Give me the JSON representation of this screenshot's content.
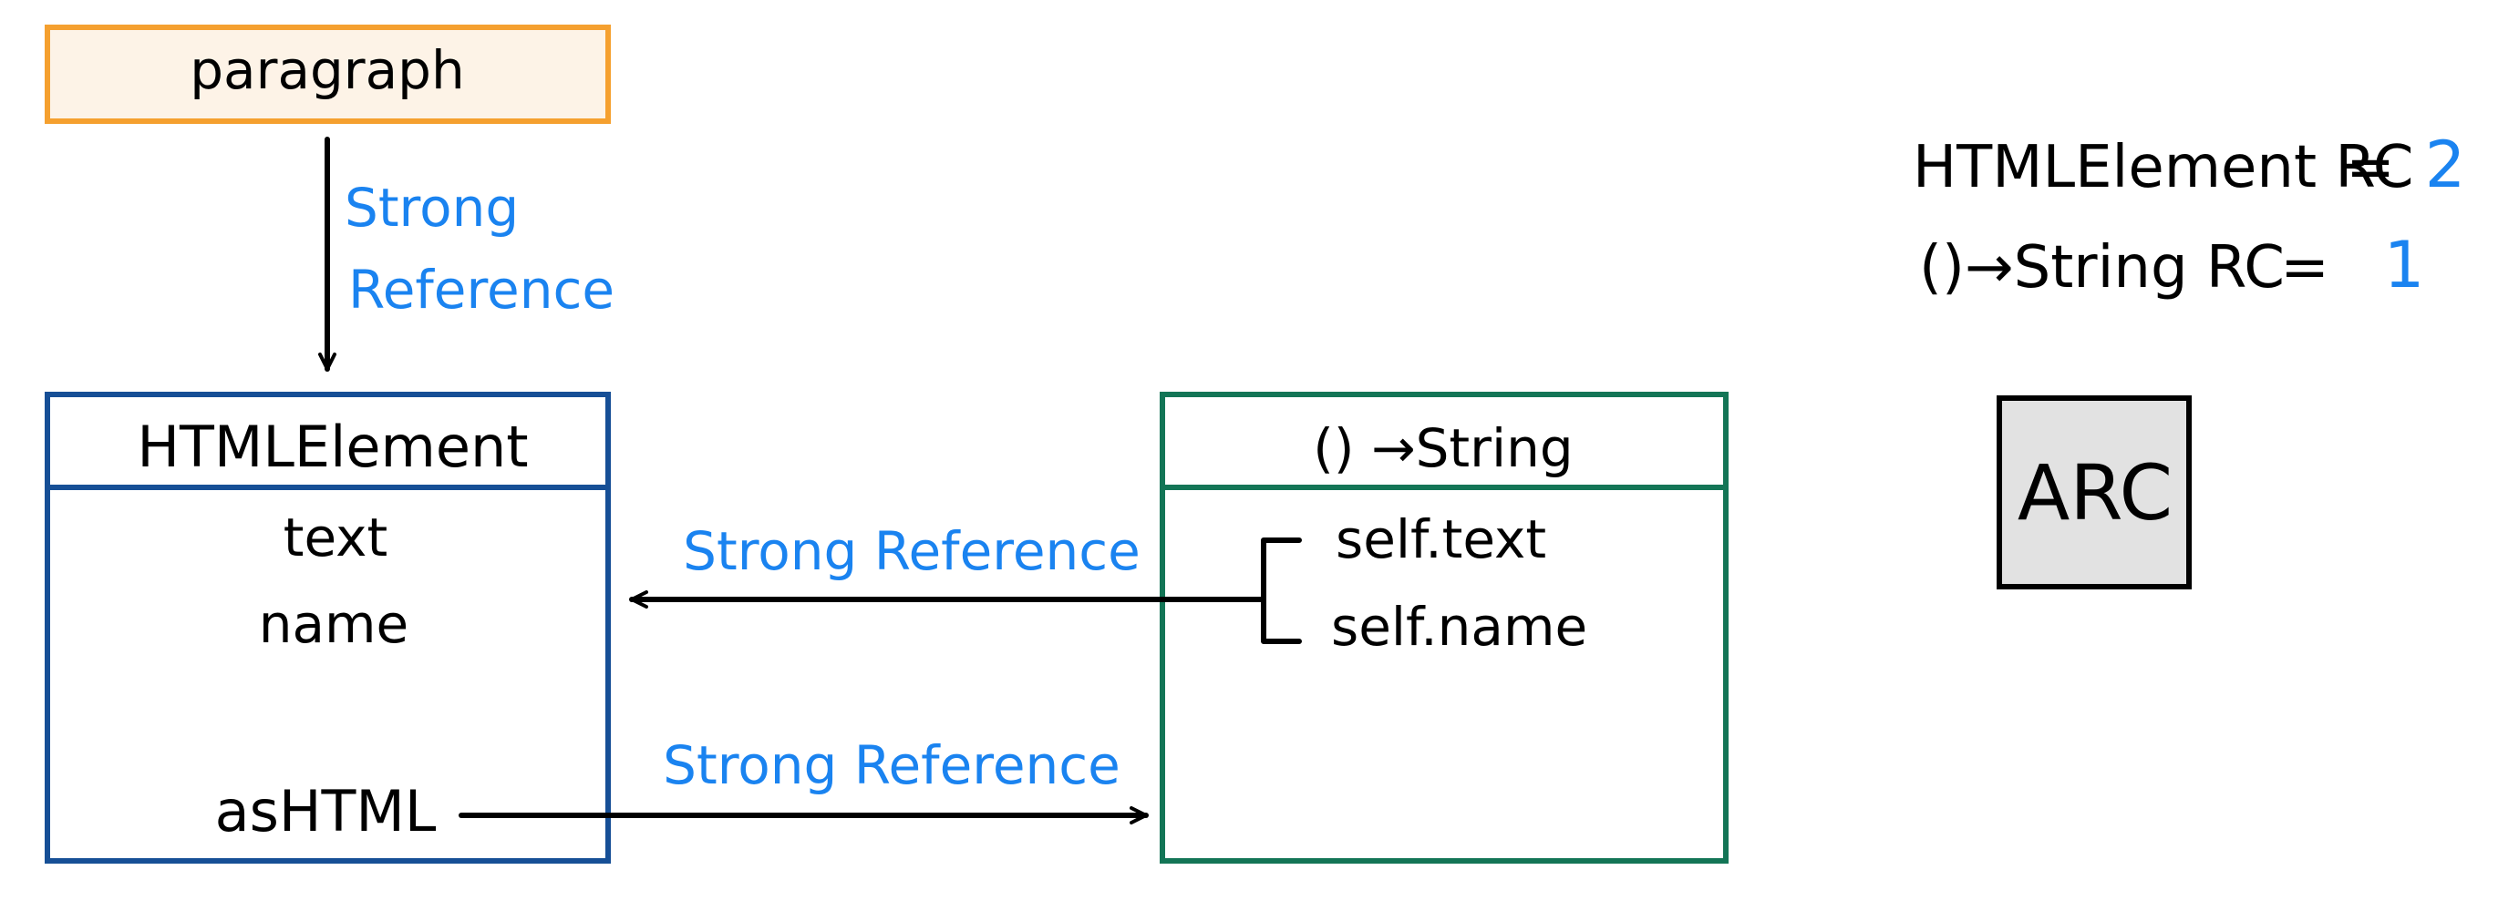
{
  "colors": {
    "paragraph_border": "#f5a02f",
    "paragraph_fill": "#fdf3e7",
    "htmlelement_border": "#164f96",
    "closure_border": "#137556",
    "arc_fill": "#e2e2e2",
    "reference_label": "#1a83f0",
    "line": "#000000"
  },
  "paragraph": {
    "label": "paragraph"
  },
  "paragraph_arrow": {
    "label_line1": "Strong",
    "label_line2": "Reference"
  },
  "html_element": {
    "title": "HTMLElement",
    "properties": [
      "text",
      "name"
    ],
    "method": "asHTML"
  },
  "closure": {
    "title": "() →String",
    "captures": [
      "self.text",
      "self.name"
    ]
  },
  "closure_to_element_arrow": {
    "label": "Strong Reference"
  },
  "element_to_closure_arrow": {
    "label": "Strong Reference"
  },
  "reference_counts": [
    {
      "name": "HTMLElement RC",
      "equals": "=",
      "value": "2"
    },
    {
      "name": "()→String RC",
      "equals": "=",
      "value": "1"
    }
  ],
  "arc_badge": {
    "label": "ARC"
  }
}
